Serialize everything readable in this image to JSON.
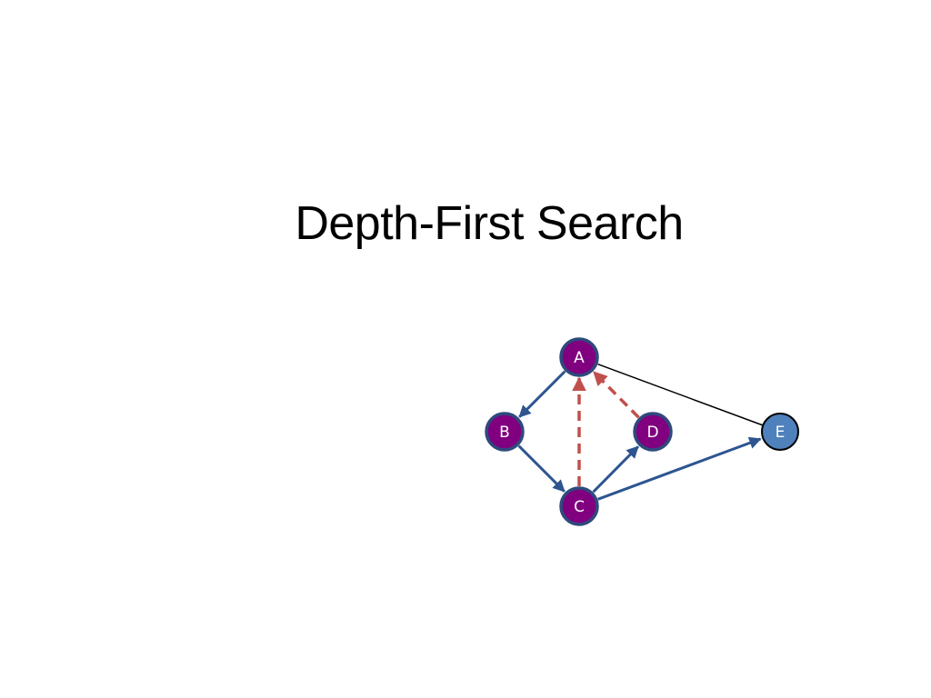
{
  "slide": {
    "title": "Depth-First Search"
  },
  "graph": {
    "colors": {
      "visited_fill": "#800080",
      "visited_stroke": "#2E4A7D",
      "unvisited_fill": "#4F81BD",
      "unvisited_stroke": "#000000",
      "tree_edge": "#2E5590",
      "back_edge": "#C0504D",
      "plain_edge": "#000000"
    },
    "nodes": [
      {
        "id": "A",
        "label": "A",
        "state": "visited"
      },
      {
        "id": "B",
        "label": "B",
        "state": "visited"
      },
      {
        "id": "C",
        "label": "C",
        "state": "visited"
      },
      {
        "id": "D",
        "label": "D",
        "state": "visited"
      },
      {
        "id": "E",
        "label": "E",
        "state": "unvisited"
      }
    ],
    "edges": [
      {
        "from": "A",
        "to": "B",
        "style": "tree"
      },
      {
        "from": "B",
        "to": "C",
        "style": "tree"
      },
      {
        "from": "C",
        "to": "D",
        "style": "tree"
      },
      {
        "from": "C",
        "to": "E",
        "style": "tree"
      },
      {
        "from": "C",
        "to": "A",
        "style": "back"
      },
      {
        "from": "D",
        "to": "A",
        "style": "back"
      },
      {
        "from": "A",
        "to": "E",
        "style": "plain"
      }
    ]
  }
}
